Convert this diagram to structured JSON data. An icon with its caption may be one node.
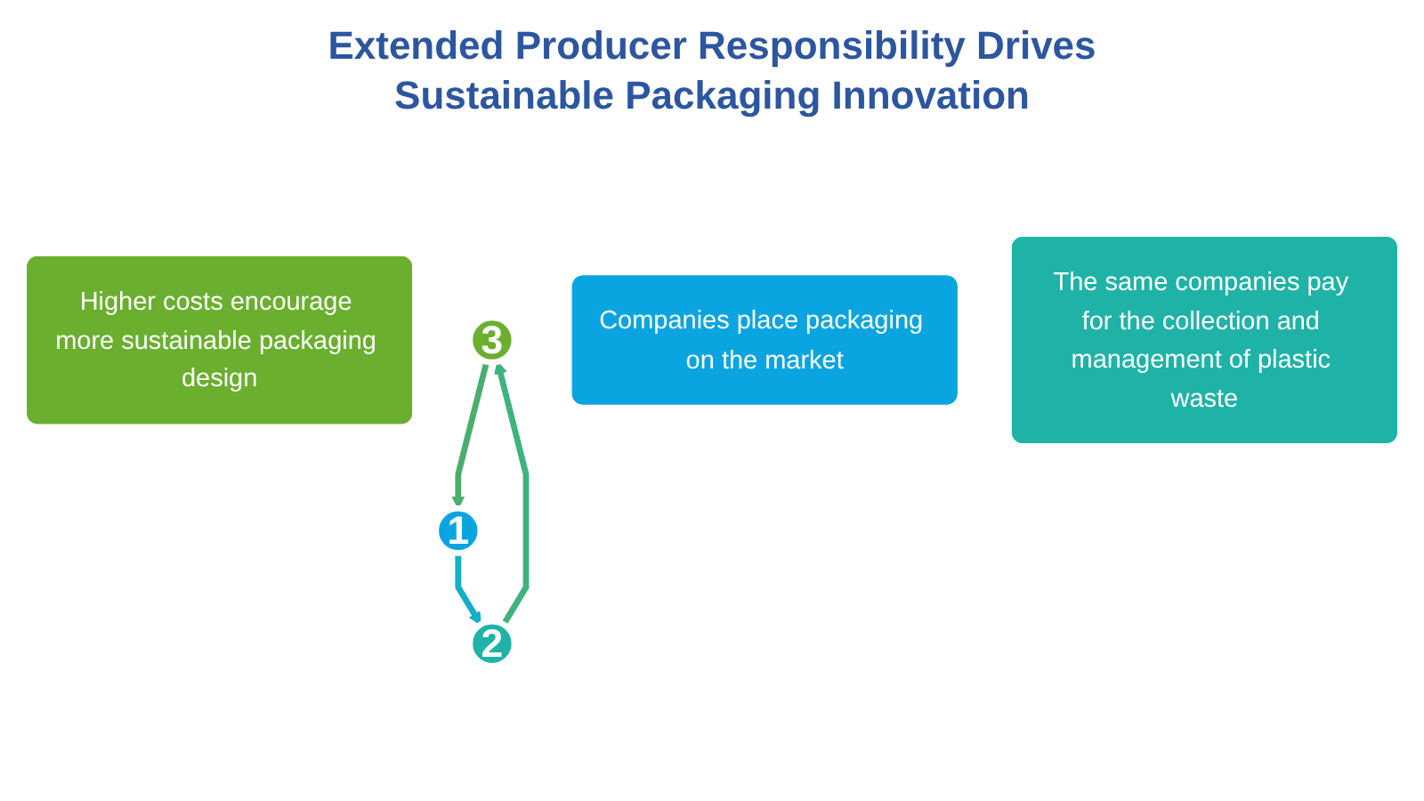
{
  "diagram": {
    "title": "Extended Producer Responsibility Drives Sustainable Packaging Innovation",
    "nodes": [
      {
        "text": [
          "Higher costs encourage more sustainable packaging design"
        ]
      },
      {
        "text": [
          "3"
        ]
      },
      {
        "text": [
          "1"
        ]
      },
      {
        "text": [
          "2"
        ]
      },
      {
        "text": [
          "Companies place packaging on the market"
        ]
      },
      {
        "text": [
          "The same companies pay for the collection and management of plastic waste"
        ]
      }
    ],
    "edges": [
      {
        "from": 1,
        "to": 2,
        "arrow": "to",
        "color": "#4cae6e"
      },
      {
        "from": 2,
        "to": 3,
        "arrow": "to",
        "color": "#14afc9"
      },
      {
        "from": 3,
        "to": 1,
        "arrow": "to",
        "color": "#3fb37f"
      }
    ]
  }
}
